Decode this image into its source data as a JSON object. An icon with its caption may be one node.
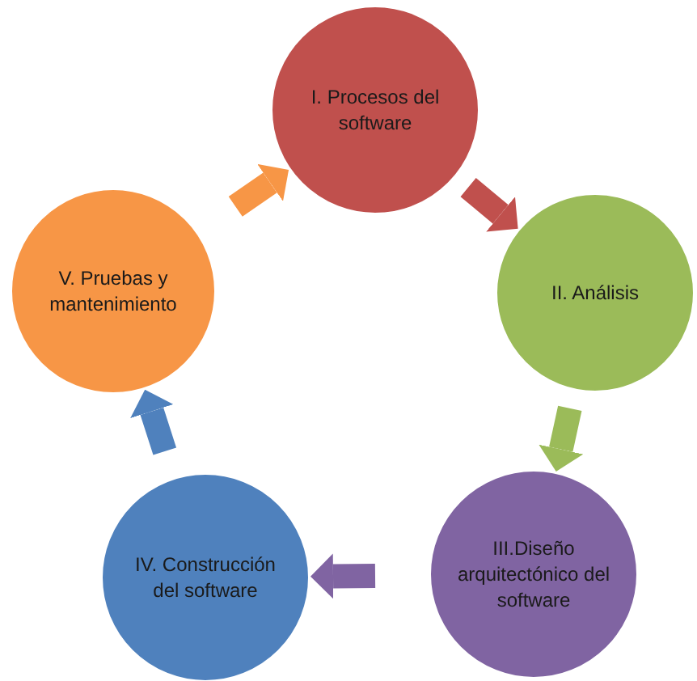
{
  "diagram": {
    "nodes": [
      {
        "text": [
          "I. Procesos del software"
        ]
      },
      {
        "text": [
          "II. Análisis"
        ]
      },
      {
        "text": [
          "III.Diseño arquitectónico del software"
        ]
      },
      {
        "text": [
          "IV. Construcción del software"
        ]
      },
      {
        "text": [
          "V. Pruebas y mantenimiento"
        ]
      }
    ],
    "edges": [
      {
        "from": 0,
        "to": 1,
        "arrow": "to",
        "color": "#c0504d"
      },
      {
        "from": 1,
        "to": 2,
        "arrow": "to",
        "color": "#9bbb59"
      },
      {
        "from": 2,
        "to": 3,
        "arrow": "to",
        "color": "#8064a2"
      },
      {
        "from": 3,
        "to": 4,
        "arrow": "to",
        "color": "#4f81bd"
      },
      {
        "from": 4,
        "to": 0,
        "arrow": "to",
        "color": "#f79646"
      }
    ]
  }
}
